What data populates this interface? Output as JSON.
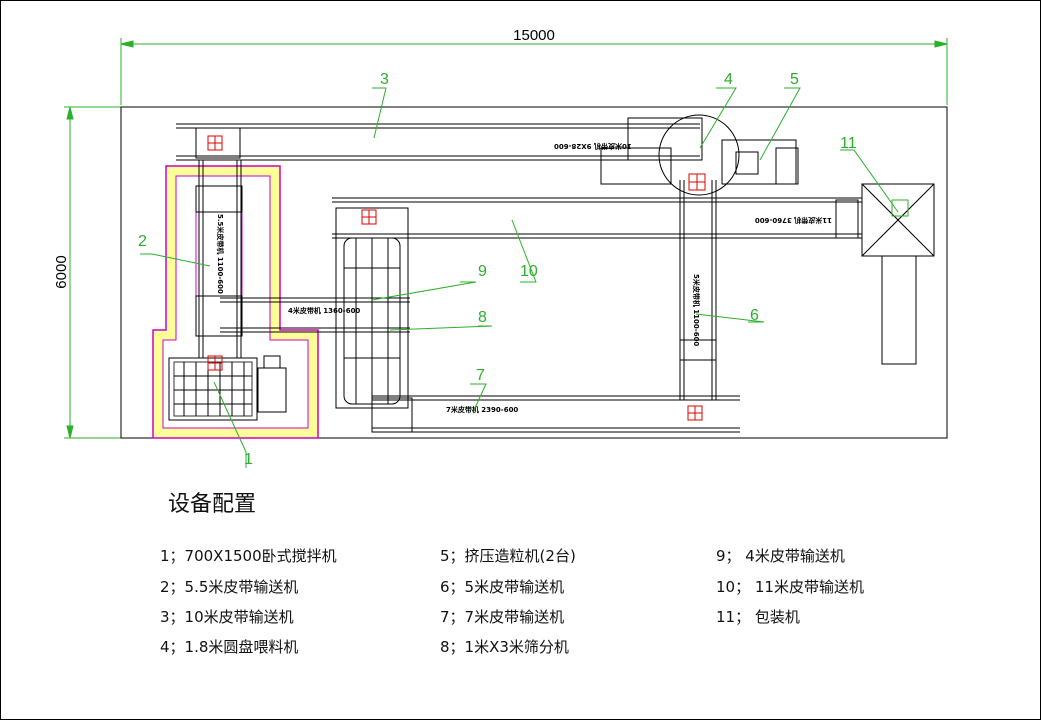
{
  "dimensions": {
    "width": "15000",
    "height": "6000"
  },
  "callouts": [
    "1",
    "2",
    "3",
    "4",
    "5",
    "6",
    "7",
    "8",
    "9",
    "10",
    "11"
  ],
  "belt_labels": {
    "b55": "5.5米皮带机 1100-600",
    "b10": "10米皮带机 9X28-600",
    "b11": "11米皮带机 3760-600",
    "b4": "4米皮带机 1360-600",
    "b5": "5米皮带机 1100-600",
    "b7": "7米皮带机 2390-600"
  },
  "legend": {
    "title": "设备配置",
    "items": [
      "1；700X1500卧式搅拌机",
      "2；5.5米皮带输送机",
      "3；10米皮带输送机",
      "4；1.8米圆盘喂料机",
      "5；挤压造粒机(2台)",
      "6；5米皮带输送机",
      "7；7米皮带输送机",
      "8；1米X3米筛分机",
      "9；  4米皮带输送机",
      "10；  11米皮带输送机",
      "11；   包装机"
    ]
  },
  "colors": {
    "line": "#000000",
    "callout": "#2bb02b",
    "magenta": "#cc00cc",
    "yellow": "#ffff66",
    "red": "#dd0000"
  }
}
